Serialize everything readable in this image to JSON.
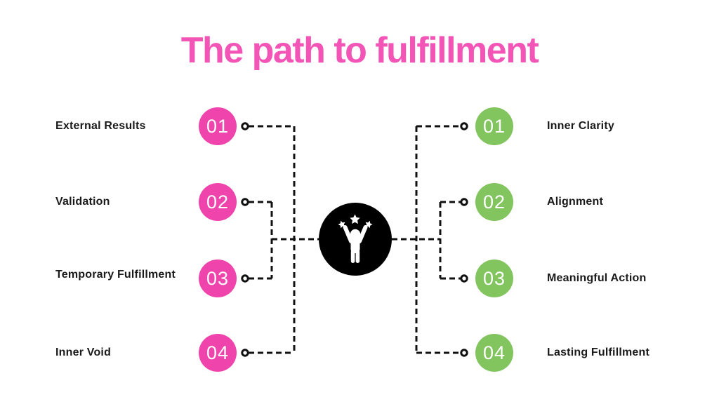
{
  "title": "The path to fulfillment",
  "colors": {
    "title_pink": "#f355b7",
    "circle_pink": "#ef44ac",
    "circle_green": "#82c55f",
    "line_black": "#111111",
    "text_black": "#1a1a1a",
    "center_black": "#000000",
    "background": "#ffffff"
  },
  "center": {
    "icon": "cheering-person-with-stars-icon"
  },
  "left": {
    "items": [
      {
        "number": "01",
        "label": "External Results"
      },
      {
        "number": "02",
        "label": "Validation"
      },
      {
        "number": "03",
        "label": "Temporary Fulfillment"
      },
      {
        "number": "04",
        "label": "Inner Void"
      }
    ]
  },
  "right": {
    "items": [
      {
        "number": "01",
        "label": "Inner Clarity"
      },
      {
        "number": "02",
        "label": "Alignment"
      },
      {
        "number": "03",
        "label": "Meaningful Action"
      },
      {
        "number": "04",
        "label": "Lasting Fulfillment"
      }
    ]
  }
}
